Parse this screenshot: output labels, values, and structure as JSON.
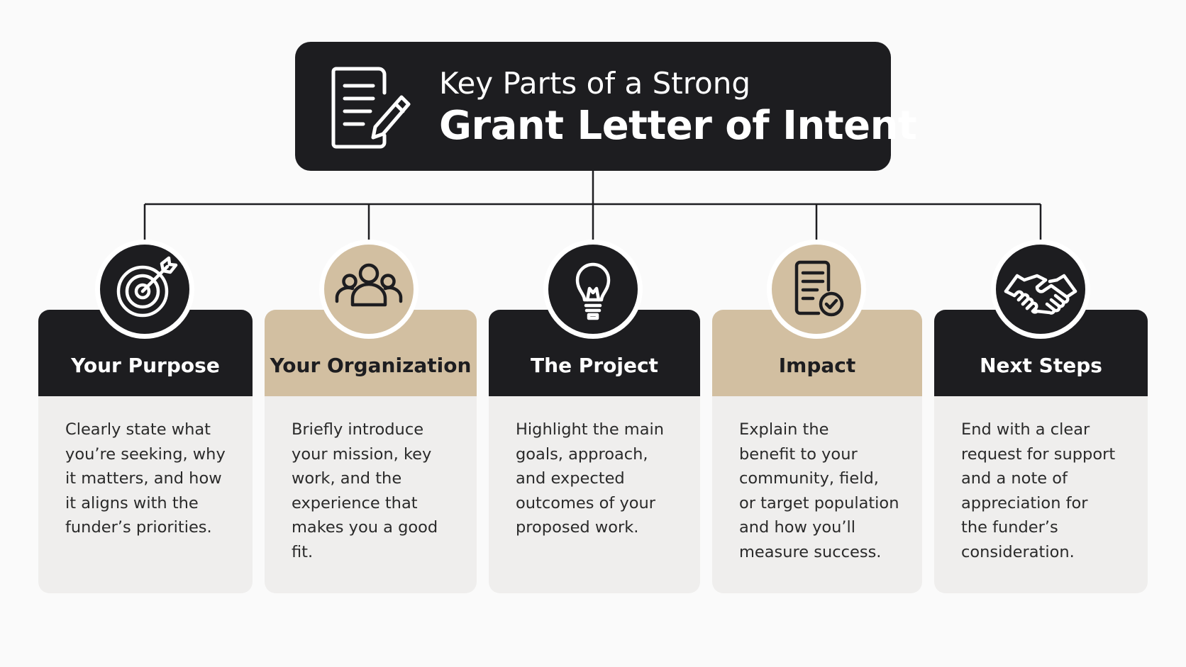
{
  "header": {
    "line1": "Key Parts of a Strong",
    "line2": "Grant Letter of Intent",
    "icon": "document-pencil-icon"
  },
  "colors": {
    "dark": "#1d1d20",
    "tan": "#d2bfa1",
    "card_body": "#efeeed",
    "background": "#fafafa"
  },
  "sections": [
    {
      "title": "Your Purpose",
      "icon": "target-icon",
      "style": "dark",
      "body": "Clearly state what\nyou’re seeking, why\nit matters, and how\nit aligns with the\nfunder’s priorities."
    },
    {
      "title": "Your Organization",
      "icon": "people-group-icon",
      "style": "tan",
      "body": "Briefly introduce\nyour mission, key\nwork, and the\nexperience that\nmakes you a good fit."
    },
    {
      "title": "The Project",
      "icon": "lightbulb-icon",
      "style": "dark",
      "body": "Highlight the main\ngoals, approach,\nand expected\noutcomes of your\nproposed work."
    },
    {
      "title": "Impact",
      "icon": "checked-document-icon",
      "style": "tan",
      "body": "Explain the\nbenefit to your\ncommunity, field,\nor target population\nand how you’ll\nmeasure success."
    },
    {
      "title": "Next Steps",
      "icon": "handshake-icon",
      "style": "dark",
      "body": "End with a clear\nrequest for support\nand a note of\nappreciation for\nthe funder’s\nconsideration."
    }
  ]
}
